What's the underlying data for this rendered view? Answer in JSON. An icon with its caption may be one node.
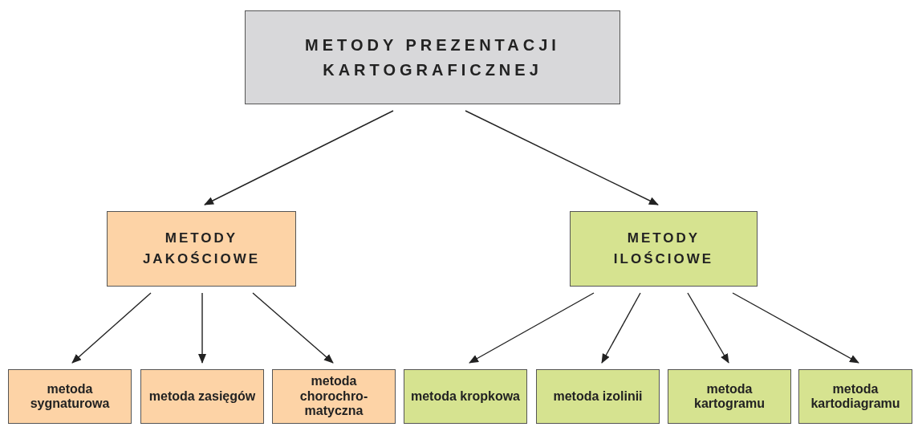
{
  "diagram": {
    "nodes": [
      {
        "text": [
          "METODY PREZENTACJI KARTOGRAFICZNEJ"
        ]
      },
      {
        "text": [
          "METODY JAKOŚCIOWE"
        ]
      },
      {
        "text": [
          "METODY ILOŚCIOWE"
        ]
      },
      {
        "text": [
          "metoda sygnaturowa"
        ]
      },
      {
        "text": [
          "metoda zasięgów"
        ]
      },
      {
        "text": [
          "metoda chorochro-matyczna"
        ]
      },
      {
        "text": [
          "metoda kropkowa"
        ]
      },
      {
        "text": [
          "metoda izolinii"
        ]
      },
      {
        "text": [
          "metoda kartogramu"
        ]
      },
      {
        "text": [
          "metoda kartodiagramu"
        ]
      }
    ],
    "edges": [
      {
        "from": 0,
        "to": 1,
        "arrow": "to"
      },
      {
        "from": 0,
        "to": 2,
        "arrow": "to"
      },
      {
        "from": 1,
        "to": 3,
        "arrow": "to"
      },
      {
        "from": 1,
        "to": 4,
        "arrow": "to"
      },
      {
        "from": 1,
        "to": 5,
        "arrow": "to"
      },
      {
        "from": 2,
        "to": 6,
        "arrow": "to"
      },
      {
        "from": 2,
        "to": 7,
        "arrow": "to"
      },
      {
        "from": 2,
        "to": 8,
        "arrow": "to"
      },
      {
        "from": 2,
        "to": 9,
        "arrow": "to"
      }
    ]
  }
}
